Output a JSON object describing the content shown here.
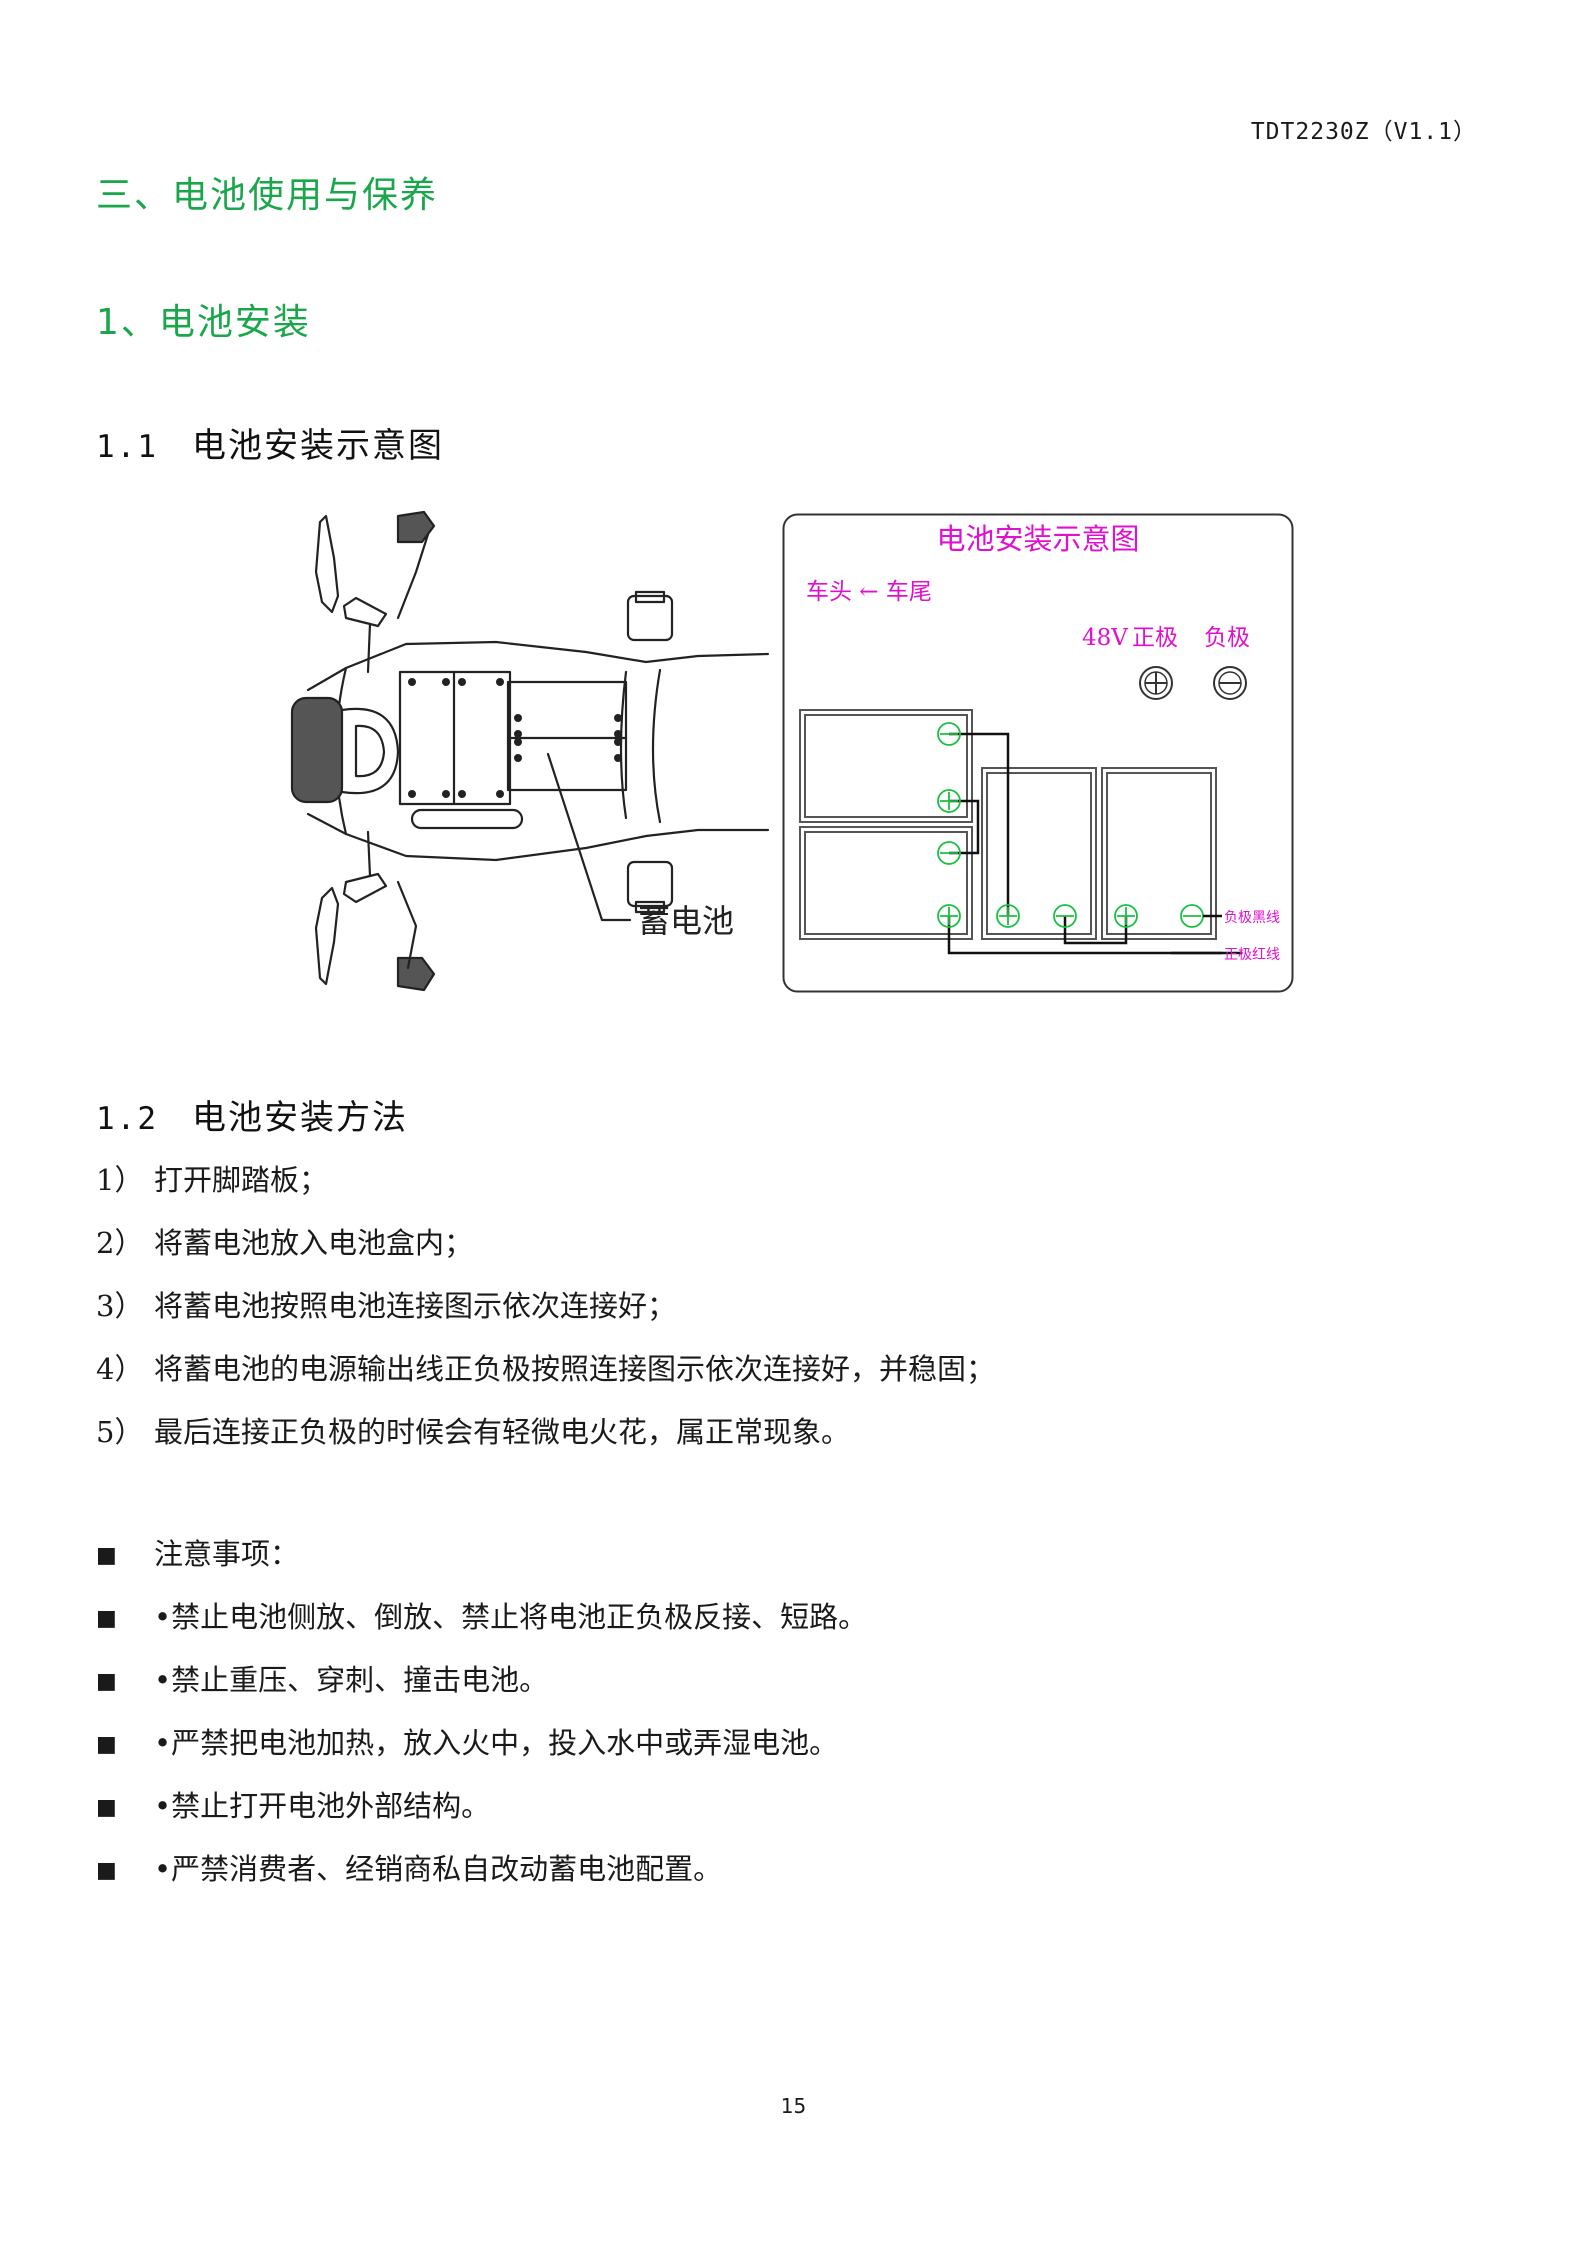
{
  "header": {
    "doc_id": "TDT2230Z（V1.1）"
  },
  "section": {
    "title": "三、电池使用与保养"
  },
  "subsection": {
    "title": "1、电池安装"
  },
  "sub1": {
    "num": "1.1",
    "title": "电池安装示意图"
  },
  "figure_left": {
    "label": "蓄电池"
  },
  "figure_right": {
    "title": "电池安装示意图",
    "direction": "车头 ← 车尾",
    "voltage": "48V",
    "pos_label": "正极",
    "neg_label": "负极",
    "neg_wire": "负极黑线",
    "pos_wire": "正极红线",
    "colors": {
      "title": "#e010d0",
      "terminal": "#18c040"
    }
  },
  "sub2": {
    "num": "1.2",
    "title": "电池安装方法"
  },
  "steps": [
    {
      "n": "1）",
      "text": "打开脚踏板；"
    },
    {
      "n": "2）",
      "text": "将蓄电池放入电池盒内；"
    },
    {
      "n": "3）",
      "text": "将蓄电池按照电池连接图示依次连接好；"
    },
    {
      "n": "4）",
      "text": "将蓄电池的电源输出线正负极按照连接图示依次连接好，并稳固；"
    },
    {
      "n": "5）",
      "text": "最后连接正负极的时候会有轻微电火花，属正常现象。"
    }
  ],
  "notes": [
    {
      "bullet": "■",
      "text": "注意事项："
    },
    {
      "bullet": "■",
      "text": "•禁止电池侧放、倒放、禁止将电池正负极反接、短路。"
    },
    {
      "bullet": "■",
      "text": "•禁止重压、穿刺、撞击电池。"
    },
    {
      "bullet": "■",
      "text": "•严禁把电池加热，放入火中，投入水中或弄湿电池。"
    },
    {
      "bullet": "■",
      "text": "•禁止打开电池外部结构。"
    },
    {
      "bullet": "■",
      "text": "•严禁消费者、经销商私自改动蓄电池配置。"
    }
  ],
  "footer": {
    "page_number": "15"
  }
}
